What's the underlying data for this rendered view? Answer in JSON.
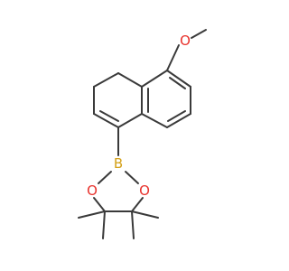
{
  "molecule": {
    "atoms": {
      "oxygen_methoxy": {
        "symbol": "O",
        "color": "#e8322c"
      },
      "boron": {
        "symbol": "B",
        "color": "#d4a017"
      },
      "oxygen_ring_left": {
        "symbol": "O",
        "color": "#e8322c"
      },
      "oxygen_ring_right": {
        "symbol": "O",
        "color": "#e8322c"
      }
    },
    "bond_color": "#3a3a3a",
    "background": "#ffffff"
  }
}
